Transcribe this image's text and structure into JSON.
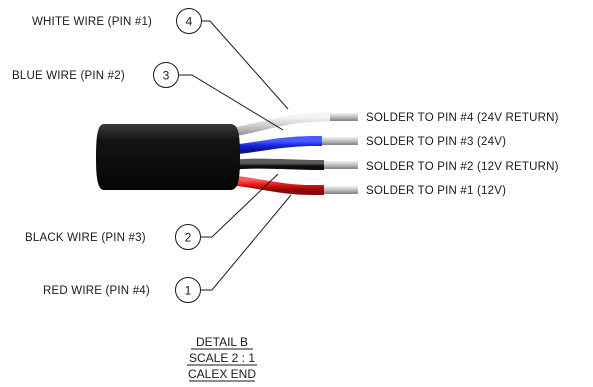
{
  "diagram": {
    "callouts": [
      {
        "number": "4",
        "label": "WHITE WIRE (PIN #1)"
      },
      {
        "number": "3",
        "label": "BLUE WIRE (PIN #2)"
      },
      {
        "number": "2",
        "label": "BLACK WIRE (PIN #3)"
      },
      {
        "number": "1",
        "label": "RED WIRE (PIN #4)"
      }
    ],
    "solder_notes": [
      "SOLDER TO PIN #4 (24V RETURN)",
      "SOLDER TO PIN #3 (24V)",
      "SOLDER TO PIN #2 (12V RETURN)",
      "SOLDER TO PIN #1 (12V)"
    ],
    "detail": {
      "line1": "DETAIL B",
      "line2": "SCALE 2 : 1",
      "line3": "CALEX END"
    },
    "colors": {
      "white_wire": "#d9d9d9",
      "blue_wire": "#1426e0",
      "black_wire": "#262626",
      "red_wire": "#e01414",
      "jacket": "#111111",
      "conductor": "#c8c8c8"
    }
  }
}
